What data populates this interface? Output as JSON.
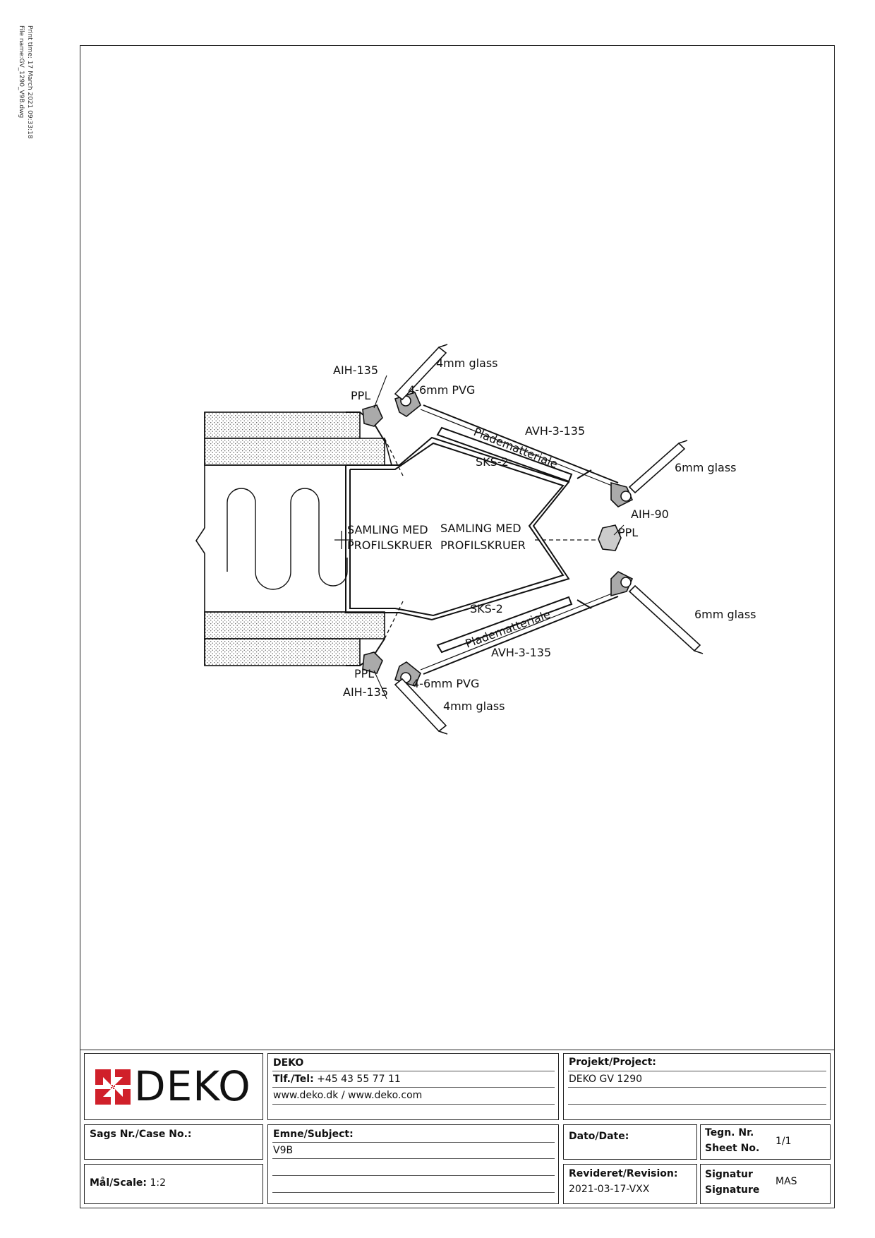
{
  "print_meta": {
    "print_time": "Print time: 17 March 2021 09:33:18",
    "file_name": "File name:GV_1290_V9B.dwg"
  },
  "drawing": {
    "labels": {
      "aih135_top": "AIH-135",
      "ppl_top": "PPL",
      "glass4_top": "4mm glass",
      "pvg_top": "4-6mm PVG",
      "avh_top": "AVH-3-135",
      "plade_top": "Pladematteriale",
      "sks_top": "SKS-2",
      "glass6_top": "6mm glass",
      "aih90": "AIH-90",
      "ppl_right": "PPL",
      "samling_left_1": "SAMLING MED",
      "samling_left_2": "PROFILSKRUER",
      "samling_right_1": "SAMLING MED",
      "samling_right_2": "PROFILSKRUER",
      "sks_bottom": "SKS-2",
      "plade_bottom": "Pladematteriale",
      "avh_bottom": "AVH-3-135",
      "glass6_bottom": "6mm glass",
      "ppl_bottom": "PPL",
      "aih135_bottom": "AIH-135",
      "pvg_bottom": "4-6mm PVG",
      "glass4_bottom": "4mm glass"
    }
  },
  "title_block": {
    "logo_text": "DEKO",
    "logo_color": "#d0202a",
    "company": "DEKO",
    "tel_label": "Tlf./Tel:",
    "tel_value": "+45 43 55 77 11",
    "web": "www.deko.dk / www.deko.com",
    "project_label": "Projekt/Project:",
    "project_value": "DEKO GV 1290",
    "case_label": "Sags Nr./Case No.:",
    "case_value": "",
    "subject_label": "Emne/Subject:",
    "subject_value": "V9B",
    "date_label": "Dato/Date:",
    "date_value": "",
    "sheet_label_1": "Tegn. Nr.",
    "sheet_label_2": "Sheet No.",
    "sheet_value": "1/1",
    "scale_label": "Mål/Scale:",
    "scale_value": "1:2",
    "revision_label": "Revideret/Revision:",
    "revision_value": "2021-03-17-VXX",
    "signature_label_1": "Signatur",
    "signature_label_2": "Signature",
    "signature_value": "MAS"
  }
}
